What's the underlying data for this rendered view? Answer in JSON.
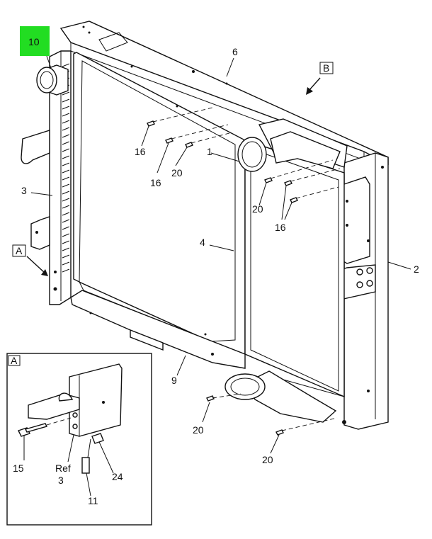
{
  "colors": {
    "highlight": "#22dd22",
    "line": "#111111",
    "background": "#ffffff"
  },
  "callouts": {
    "c10": "10",
    "c6": "6",
    "c1": "1",
    "c3": "3",
    "c4": "4",
    "c2": "2",
    "c9": "9",
    "c16a": "16",
    "c16b": "16",
    "c16c": "16",
    "c20a": "20",
    "c20b": "20",
    "c20c": "20",
    "c20d": "20"
  },
  "view_labels": {
    "a_main": "A",
    "b_main": "B",
    "a_detail": "A"
  },
  "detail": {
    "c15": "15",
    "ref_word": "Ref",
    "ref_num": "3",
    "c24": "24",
    "c11": "11"
  }
}
